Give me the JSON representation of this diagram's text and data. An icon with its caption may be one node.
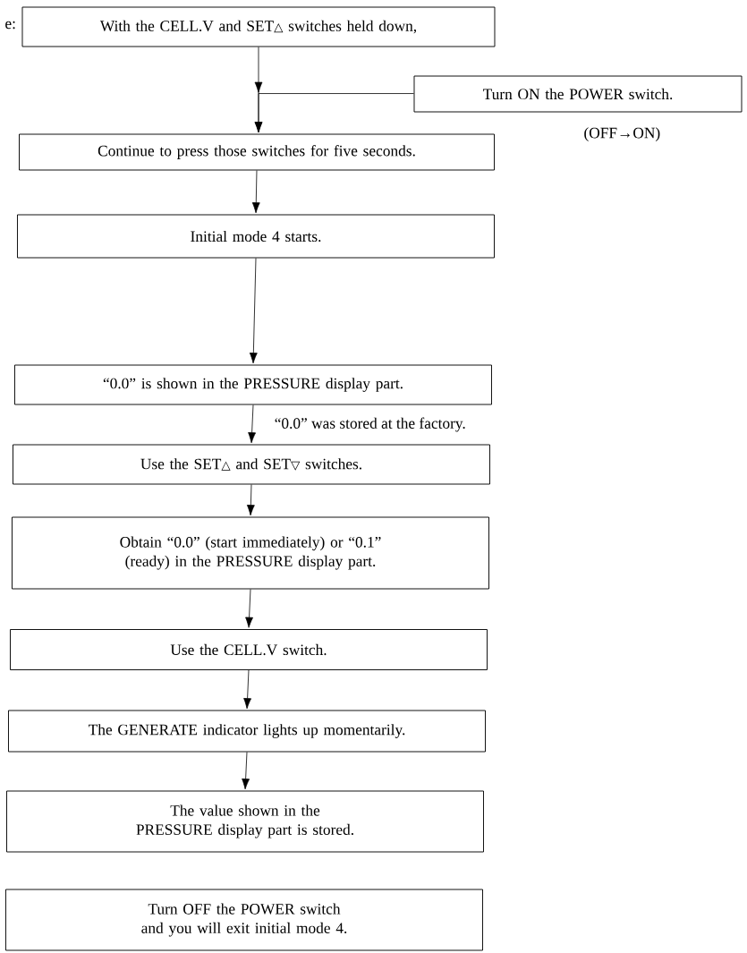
{
  "diagram": {
    "nodes": [
      {
        "text": [
          "With the CELL.V and SET△ switches held down,"
        ]
      },
      {
        "text": [
          "Turn ON the POWER switch."
        ],
        "beside": [
          "(OFF→ON)"
        ]
      },
      {
        "text": [
          "Continue to press those switches for five seconds."
        ]
      },
      {
        "text": [
          "Initial mode 4 starts."
        ]
      },
      {
        "text": [
          "“0.0” is shown in the PRESSURE display part."
        ]
      },
      {
        "text": [
          "Use the SET△ and SET▽ switches."
        ]
      },
      {
        "text": [
          "Obtain “0.0” (start immediately) or “0.1” (ready) in the PRESSURE display part."
        ]
      },
      {
        "text": [
          "Use the CELL.V switch."
        ]
      },
      {
        "text": [
          "The GENERATE indicator lights up momentarily."
        ]
      },
      {
        "text": [
          "The value shown in the PRESSURE display part is stored."
        ]
      },
      {
        "text": [
          "Turn OFF the POWER switch and you will exit initial mode 4."
        ]
      }
    ],
    "edges": [
      {
        "from": 0,
        "to": 2,
        "arrow": "to"
      },
      {
        "from": 1,
        "to": 2,
        "arrow": "to"
      },
      {
        "from": 2,
        "to": 3,
        "arrow": "to"
      },
      {
        "from": 3,
        "to": 4,
        "arrow": "to"
      },
      {
        "from": 4,
        "to": 5,
        "arrow": "to",
        "label": "“0.0” was stored at the factory."
      },
      {
        "from": 5,
        "to": 6,
        "arrow": "to"
      },
      {
        "from": 6,
        "to": 7,
        "arrow": "to"
      },
      {
        "from": 7,
        "to": 8,
        "arrow": "to"
      },
      {
        "from": 8,
        "to": 9,
        "arrow": "to"
      }
    ],
    "labels": [
      "e:"
    ]
  }
}
